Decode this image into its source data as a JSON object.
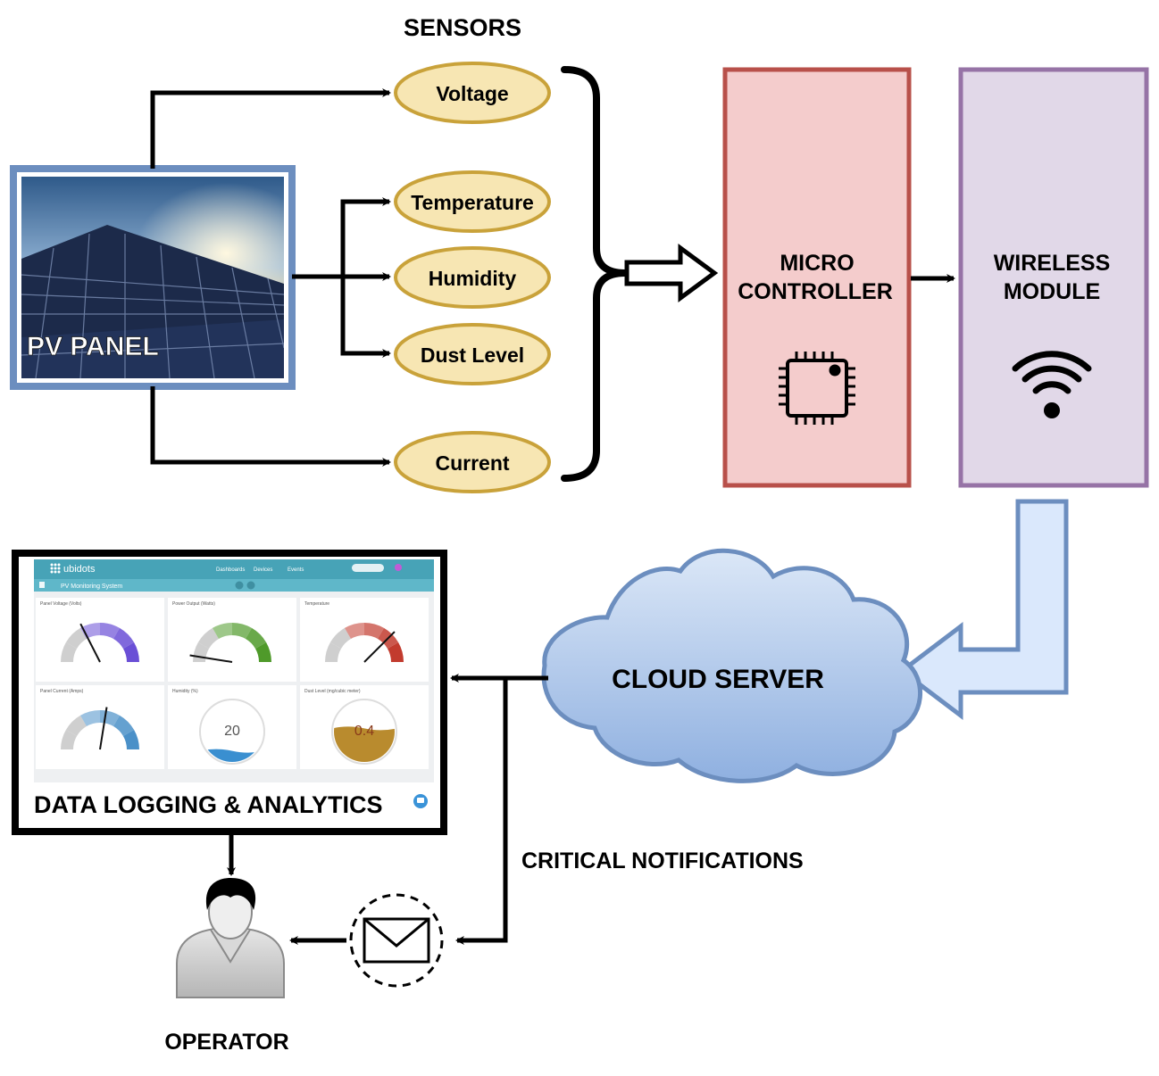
{
  "sensors_heading": "SENSORS",
  "pv_panel": {
    "label": "PV PANEL"
  },
  "sensors": [
    "Voltage",
    "Temperature",
    "Humidity",
    "Dust Level",
    "Current"
  ],
  "microcontroller": {
    "line1": "MICRO",
    "line2": "CONTROLLER"
  },
  "wireless": {
    "line1": "WIRELESS",
    "line2": "MODULE"
  },
  "cloud": {
    "label": "CLOUD SERVER"
  },
  "notifications": {
    "label": "CRITICAL NOTIFICATIONS"
  },
  "operator": {
    "label": "OPERATOR"
  },
  "dashboard": {
    "caption": "DATA LOGGING & ANALYTICS",
    "brand": "ubidots",
    "nav": [
      "Dashboards",
      "Devices",
      "Events"
    ],
    "title": "PV Monitoring System",
    "widgets": [
      {
        "title": "Panel Voltage (Volts)",
        "kind": "gauge",
        "value": 0.35,
        "color": "#6a4fd6"
      },
      {
        "title": "Power Output (Watts)",
        "kind": "gauge",
        "value": 0.05,
        "color": "#4f9a2a"
      },
      {
        "title": "Temperature",
        "kind": "gauge",
        "value": 0.75,
        "color": "#c23b2e"
      },
      {
        "title": "Panel Current (Amps)",
        "kind": "gauge",
        "value": 0.55,
        "color": "#4a90c8"
      },
      {
        "title": "Humidity (%)",
        "kind": "tank",
        "display": "20",
        "level": 0.2,
        "color": "#3a8fd0"
      },
      {
        "title": "Dust Level (mg/cubic meter)",
        "kind": "tank",
        "display": "0.4",
        "level": 0.55,
        "color": "#b98b2e"
      }
    ]
  },
  "colors": {
    "sensor_fill": "#f7e6b3",
    "sensor_stroke": "#c9a23a",
    "micro_fill": "#f4cccc",
    "micro_stroke": "#b8504a",
    "wireless_fill": "#e1d8e8",
    "wireless_stroke": "#9673a6",
    "cloud_fill": "#a9c4ea",
    "cloud_stroke": "#6c8ebf",
    "panel_border": "#6c8ebf"
  }
}
